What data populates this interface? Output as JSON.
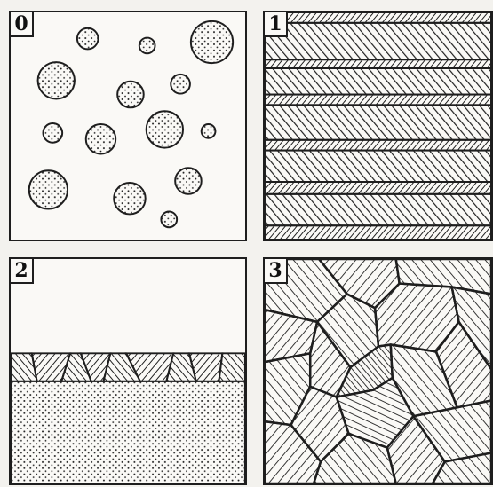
{
  "panels": [
    {
      "number": "0"
    },
    {
      "number": "1"
    },
    {
      "number": "2"
    },
    {
      "number": "3"
    }
  ],
  "colors": {
    "ink": "#1e1e1e",
    "paper": "#faf9f6"
  }
}
